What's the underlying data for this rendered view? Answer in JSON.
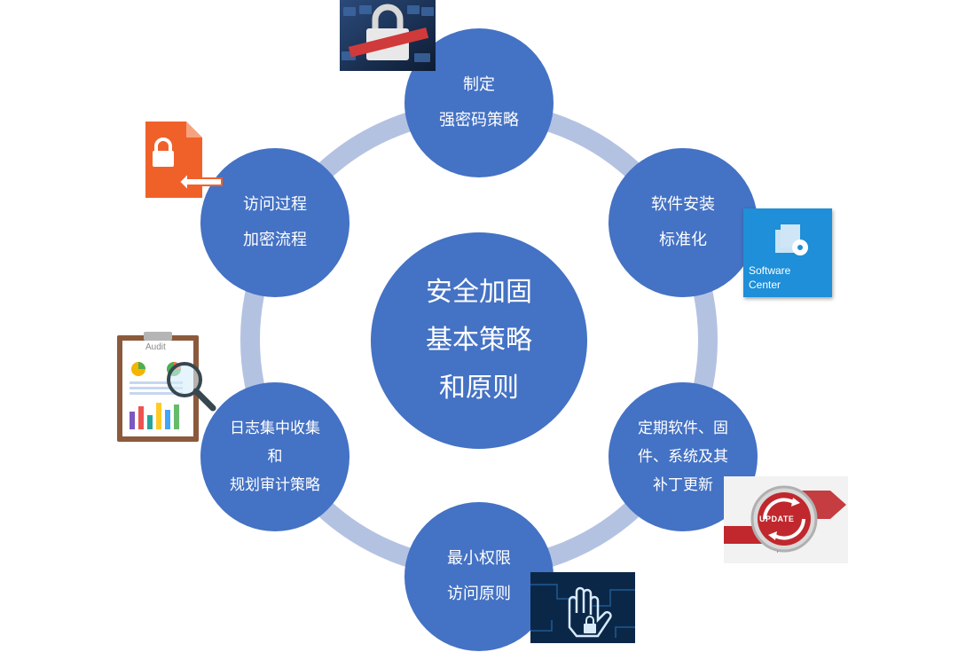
{
  "center": {
    "lines": [
      "安全加固",
      "基本策略",
      "和原则"
    ]
  },
  "nodes": {
    "password": {
      "lines": [
        "制定",
        "强密码策略"
      ]
    },
    "software": {
      "lines": [
        "软件安装",
        "标准化"
      ]
    },
    "patch": {
      "lines": [
        "定期软件、固",
        "件、系统及其",
        "补丁更新"
      ]
    },
    "access": {
      "lines": [
        "最小权限",
        "访问原则"
      ]
    },
    "audit": {
      "lines": [
        "日志集中收集",
        "和",
        "规划审计策略"
      ]
    },
    "encrypt": {
      "lines": [
        "访问过程",
        "加密流程"
      ]
    }
  },
  "icons": {
    "software_center": {
      "lines": [
        "Software",
        "Center"
      ]
    },
    "audit_clipboard": {
      "title": "Audit"
    },
    "update": {
      "label": "UPDATE"
    }
  },
  "colors": {
    "node": "#4472c4",
    "ring": "#b4c2e2",
    "orange": "#f0612a",
    "software_bg": "#1e8fd8",
    "update_red": "#c0282d"
  }
}
